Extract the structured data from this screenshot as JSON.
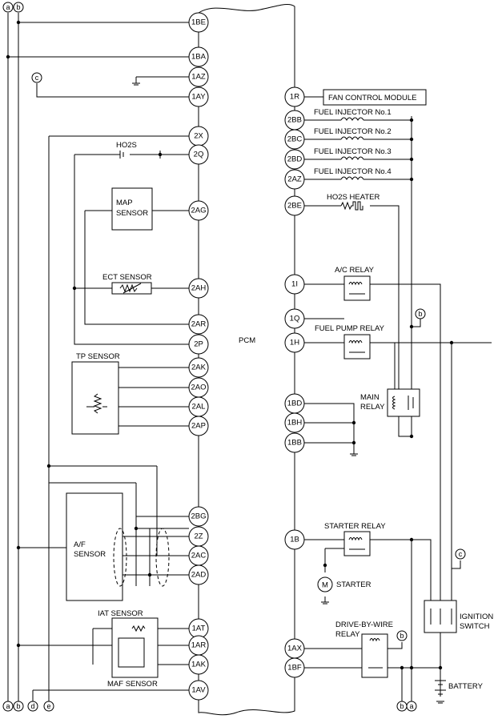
{
  "pcm": {
    "label": "PCM"
  },
  "bus_tags": {
    "a": "a",
    "b": "b",
    "c": "c",
    "d": "d",
    "e": "e"
  },
  "left_pins": {
    "p1BE": "1BE",
    "p1BA": "1BA",
    "p1AZ": "1AZ",
    "p1AY": "1AY",
    "p2X": "2X",
    "p2Q": "2Q",
    "p2AG": "2AG",
    "p2AH": "2AH",
    "p2AR": "2AR",
    "p2P": "2P",
    "p2AK": "2AK",
    "p2AO": "2AO",
    "p2AL": "2AL",
    "p2AP": "2AP",
    "p2BG": "2BG",
    "p2Z": "2Z",
    "p2AC": "2AC",
    "p2AD": "2AD",
    "p1AT": "1AT",
    "p1AR": "1AR",
    "p1AK": "1AK",
    "p1AV": "1AV"
  },
  "right_pins": {
    "p1R": "1R",
    "p2BB": "2BB",
    "p2BC": "2BC",
    "p2BD": "2BD",
    "p2AZ": "2AZ",
    "p2BE": "2BE",
    "p1I": "1I",
    "p1Q": "1Q",
    "p1H": "1H",
    "p1BD": "1BD",
    "p1BH": "1BH",
    "p1BB": "1BB",
    "p1B": "1B",
    "p1AX": "1AX",
    "p1BF": "1BF"
  },
  "components": {
    "ho2s": "HO2S",
    "map_sensor_1": "MAP",
    "map_sensor_2": "SENSOR",
    "ect_sensor": "ECT SENSOR",
    "tp_sensor": "TP SENSOR",
    "af_sensor_1": "A/F",
    "af_sensor_2": "SENSOR",
    "iat_sensor": "IAT SENSOR",
    "maf_sensor": "MAF SENSOR",
    "fan_control_module": "FAN CONTROL MODULE",
    "fuel_injector_1": "FUEL INJECTOR No.1",
    "fuel_injector_2": "FUEL INJECTOR No.2",
    "fuel_injector_3": "FUEL INJECTOR No.3",
    "fuel_injector_4": "FUEL INJECTOR No.4",
    "ho2s_heater": "HO2S HEATER",
    "ac_relay": "A/C RELAY",
    "fuel_pump_relay": "FUEL PUMP RELAY",
    "main_relay_1": "MAIN",
    "main_relay_2": "RELAY",
    "starter_relay": "STARTER RELAY",
    "starter": "STARTER",
    "starter_motor_symbol": "M",
    "drive_by_wire_relay_1": "DRIVE-BY-WIRE",
    "drive_by_wire_relay_2": "RELAY",
    "ignition_switch_1": "IGNITION",
    "ignition_switch_2": "SWITCH",
    "battery": "BATTERY"
  }
}
